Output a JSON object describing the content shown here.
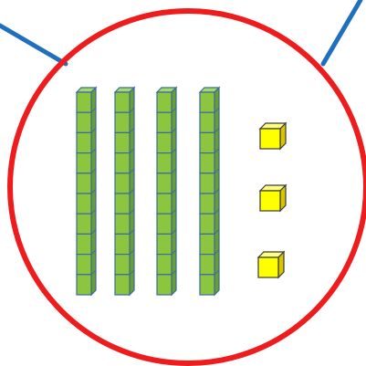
{
  "colors": {
    "circle_outline": "#ee1c1c",
    "string": "#1f6fbf",
    "rod_face": "#8cc63f",
    "rod_top": "#a7d86a",
    "rod_side": "#6a9e2f",
    "rod_edge": "#3b6aa0",
    "unit_face": "#ffff00",
    "unit_top": "#ffff80",
    "unit_side": "#d9c400",
    "unit_edge": "#3a3a3a"
  },
  "content": {
    "ten_rods": 4,
    "cubes_per_rod": 10,
    "unit_cubes": 3
  }
}
